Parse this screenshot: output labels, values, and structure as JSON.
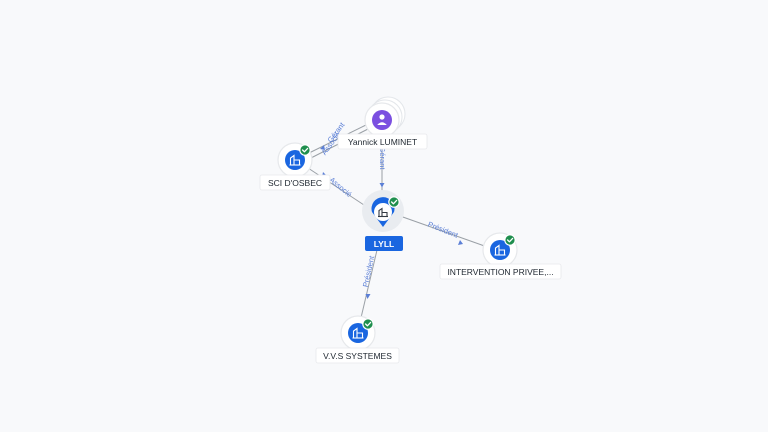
{
  "nodes": {
    "lyll": {
      "label": "LYLL",
      "kind": "company",
      "verified": true
    },
    "yannick": {
      "label": "Yannick LUMINET",
      "kind": "person",
      "verified": false
    },
    "sci": {
      "label": "SCI D'OSBEC",
      "kind": "company",
      "verified": true
    },
    "intervention": {
      "label": "INTERVENTION PRIVEE,...",
      "kind": "company",
      "verified": true
    },
    "vvs": {
      "label": "V.V.S SYSTEMES",
      "kind": "company",
      "verified": true
    }
  },
  "edges": {
    "yannick_lyll": {
      "label": "Gérant"
    },
    "yannick_sci": {
      "label": "Gérant"
    },
    "yannick_sci_2": {
      "label": "Associé"
    },
    "lyll_sci": {
      "label": "Associé"
    },
    "lyll_intervention": {
      "label": "Président"
    },
    "lyll_vvs": {
      "label": "Président"
    }
  },
  "colors": {
    "company": "#1a66e0",
    "person": "#7b4fe0",
    "verified": "#1f8f4e",
    "edge_label": "#5b7fd6",
    "edge_line": "#9aa0a6"
  },
  "icons": {
    "company": "building-icon",
    "person": "user-icon",
    "verified": "check-badge-icon"
  }
}
